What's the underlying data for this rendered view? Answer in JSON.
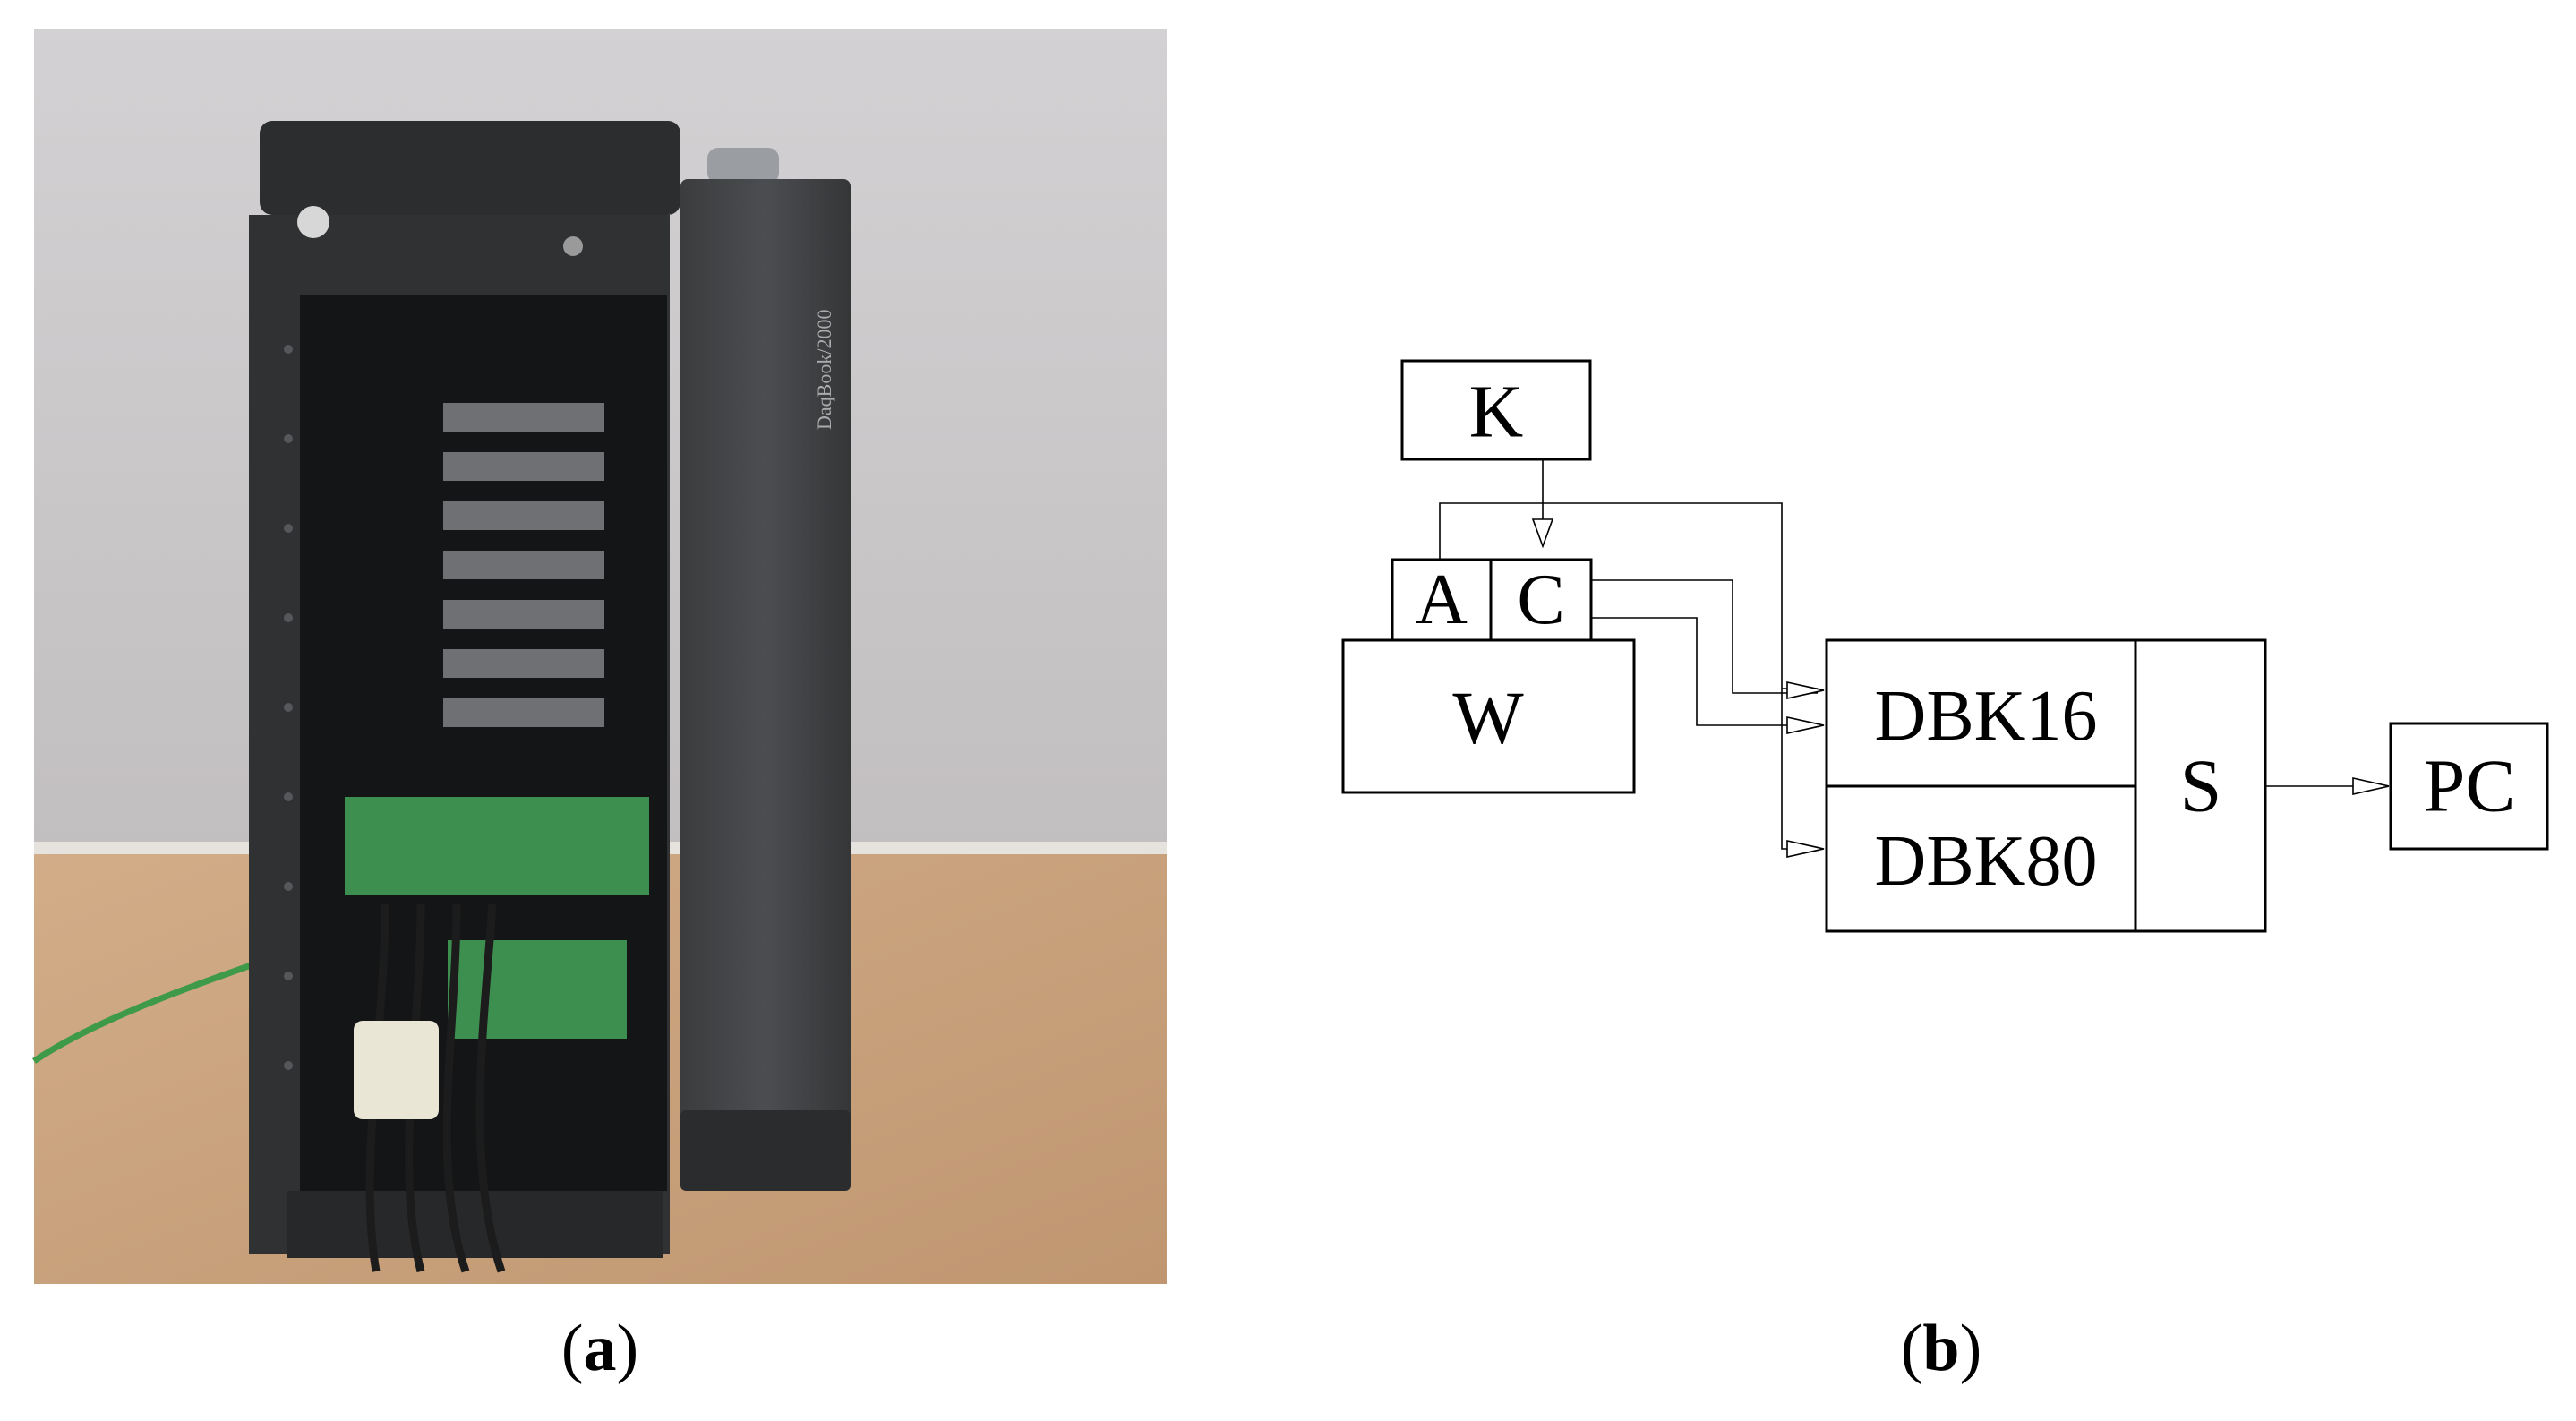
{
  "photo": {
    "device_label": "DaqBook/2000"
  },
  "captions": {
    "a": {
      "open": "(",
      "letter": "a",
      "close": ")"
    },
    "b": {
      "open": "(",
      "letter": "b",
      "close": ")"
    }
  },
  "diagram": {
    "blocks": {
      "k": "K",
      "a": "A",
      "c": "C",
      "w": "W",
      "dbk16": "DBK16",
      "dbk80": "DBK80",
      "s": "S",
      "pc": "PC"
    }
  },
  "colors": {
    "wall": "#c9c6c8",
    "floor": "#c9a27e",
    "chassis": "#2f3133",
    "pcb": "#3c8f4e",
    "cable": "#3f9a47"
  }
}
